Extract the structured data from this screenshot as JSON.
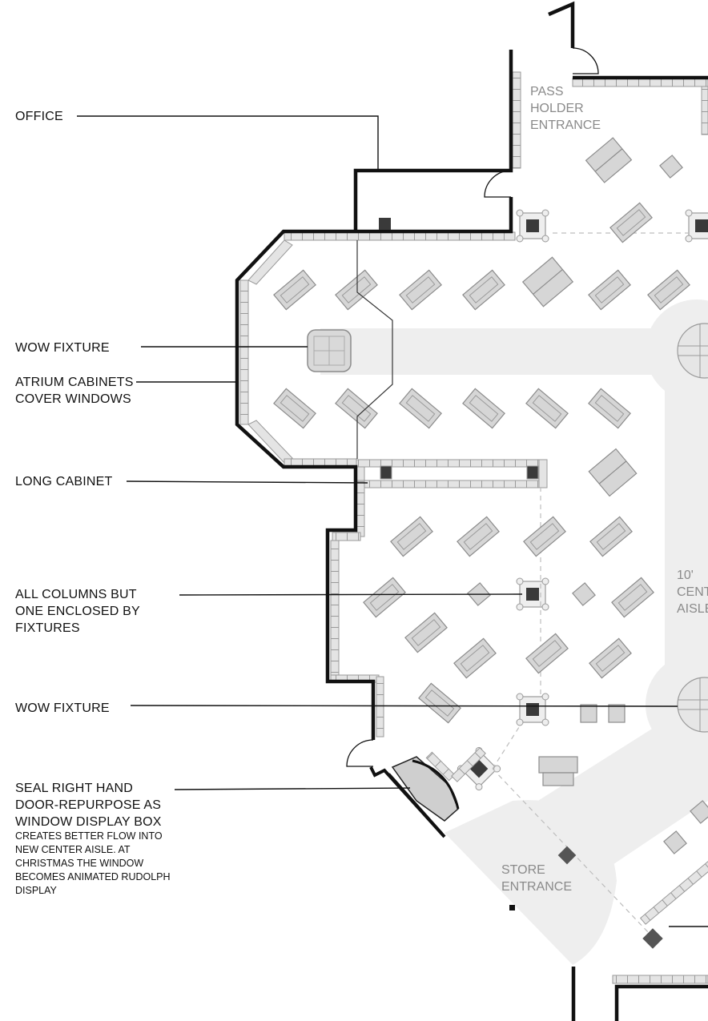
{
  "callouts": {
    "office": "OFFICE",
    "wow_fixture_top": "WOW FIXTURE",
    "atrium_line1": "ATRIUM CABINETS",
    "atrium_line2": "COVER WINDOWS",
    "long_cabinet": "LONG CABINET",
    "columns_line1": "ALL COLUMNS BUT",
    "columns_line2": "ONE ENCLOSED BY",
    "columns_line3": "FIXTURES",
    "wow_fixture_bottom": "WOW FIXTURE",
    "seal_line1": "SEAL RIGHT HAND",
    "seal_line2": "DOOR-REPURPOSE AS",
    "seal_line3": "WINDOW DISPLAY BOX",
    "seal_note1": "CREATES BETTER FLOW INTO",
    "seal_note2": "NEW CENTER AISLE.  AT",
    "seal_note3": "CHRISTMAS THE WINDOW",
    "seal_note4": "BECOMES ANIMATED RUDOLPH",
    "seal_note5": "DISPLAY"
  },
  "areas": {
    "pass_line1": "PASS",
    "pass_line2": "HOLDER",
    "pass_line3": "ENTRANCE",
    "aisle_line1": "10'",
    "aisle_line2": "CENTER",
    "aisle_line3": "AISLE",
    "store_line1": "STORE",
    "store_line2": "ENTRANCE"
  },
  "colors": {
    "wall": "#111111",
    "floor_band": "#eeeeee",
    "fixture_fill": "#d6d6d6",
    "fixture_stroke": "#8c8c8c",
    "column": "#3a3a3a",
    "leader": "#111111",
    "area_text": "#8a8a8a"
  }
}
